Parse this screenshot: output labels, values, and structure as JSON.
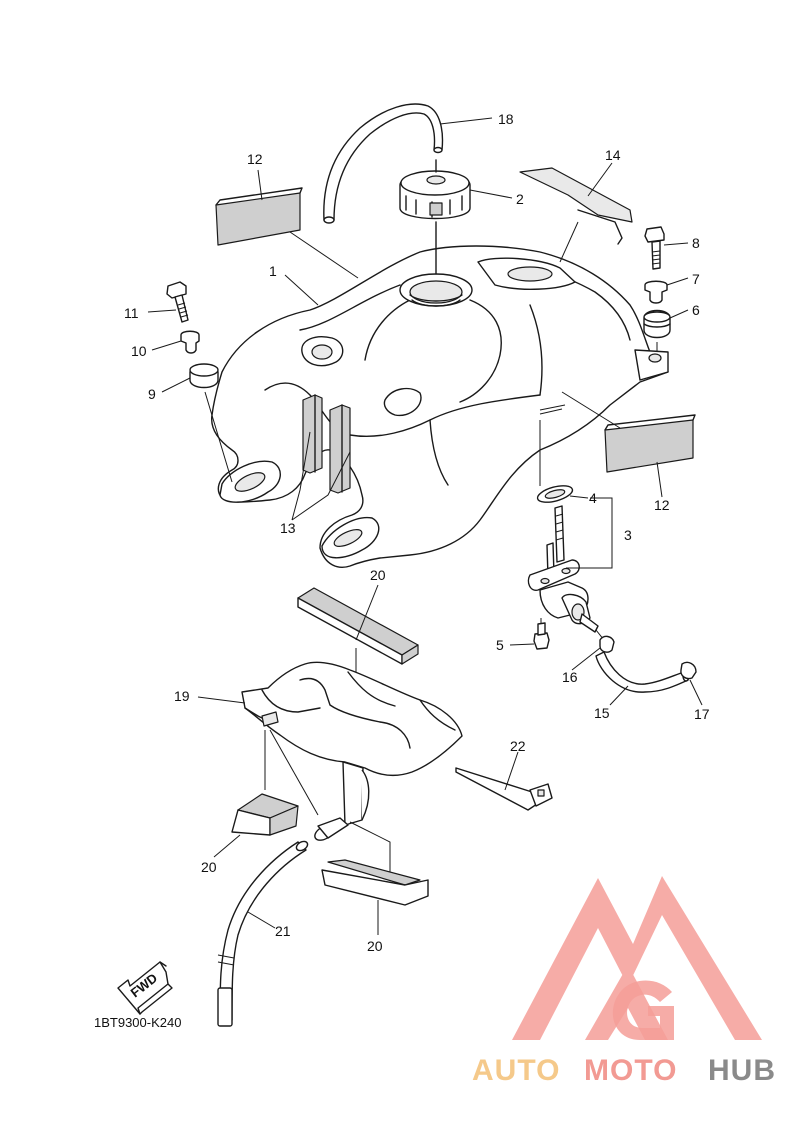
{
  "diagram": {
    "part_code": "1BT9300-K240",
    "fwd_arrow_label": "FWD",
    "callouts": [
      "1",
      "2",
      "3",
      "4",
      "5",
      "6",
      "7",
      "8",
      "9",
      "10",
      "11",
      "12",
      "12",
      "13",
      "14",
      "15",
      "16",
      "17",
      "18",
      "19",
      "20",
      "20",
      "20",
      "21",
      "22"
    ]
  },
  "watermark": {
    "word_1": "AUTO",
    "word_2": "MOTO",
    "word_3": "HUB",
    "color_1": "#f5c98a",
    "color_2": "#f29a93",
    "color_3": "#8a8a8a",
    "logo_color": "#f59d98"
  }
}
